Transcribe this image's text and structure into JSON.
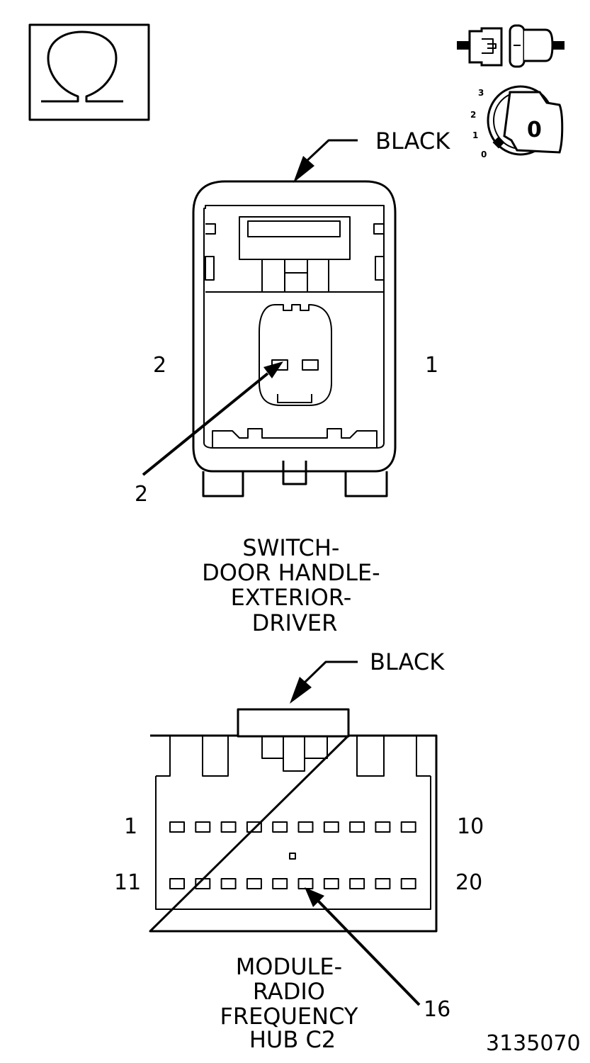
{
  "legend": {
    "ohm_symbol_icon": "ohm-meter-icon",
    "connector_icon": "disconnected-connector-icon",
    "ignition_icon": "ignition-key-off-icon",
    "ignition_positions": [
      "3",
      "2",
      "1",
      "0"
    ],
    "key_glyph": "0"
  },
  "connector_top": {
    "color_label": "BLACK",
    "pin_left": "2",
    "pin_right": "1",
    "callout_pin": "2",
    "name_lines": [
      "SWITCH-",
      "DOOR HANDLE-",
      "EXTERIOR-",
      "DRIVER"
    ]
  },
  "connector_bottom": {
    "color_label": "BLACK",
    "pin_top_left": "1",
    "pin_top_right": "10",
    "pin_bottom_left": "11",
    "pin_bottom_right": "20",
    "callout_pin": "16",
    "name_lines": [
      "MODULE-",
      "RADIO",
      "FREQUENCY",
      "HUB C2"
    ]
  },
  "figure_number": "3135070"
}
